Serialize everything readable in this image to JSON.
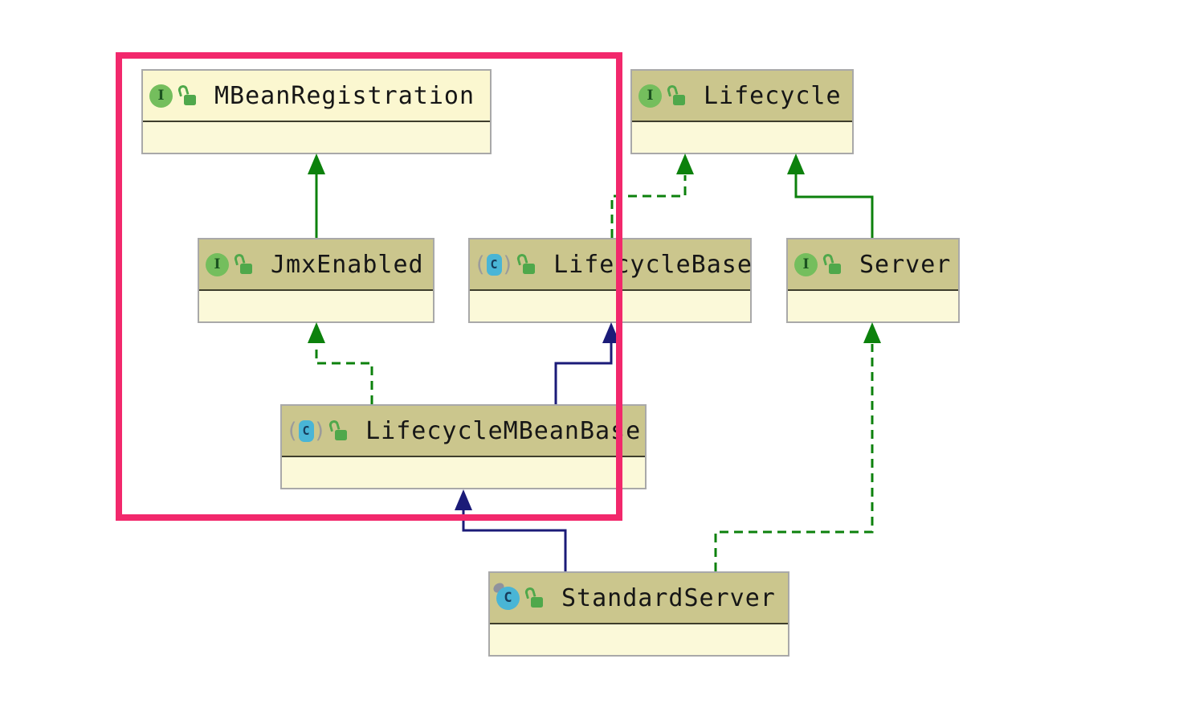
{
  "diagram": {
    "type": "uml-class-diagram",
    "nodes": [
      {
        "name": "MBeanRegistration",
        "kind": "interface",
        "icon_letter": "I",
        "modifier_icon": "unlocked-padlock"
      },
      {
        "name": "Lifecycle",
        "kind": "interface",
        "icon_letter": "I",
        "modifier_icon": "unlocked-padlock"
      },
      {
        "name": "JmxEnabled",
        "kind": "interface",
        "icon_letter": "I",
        "modifier_icon": "unlocked-padlock"
      },
      {
        "name": "LifecycleBase",
        "kind": "abstract-class",
        "icon_letter": "C",
        "modifier_icon": "unlocked-padlock"
      },
      {
        "name": "Server",
        "kind": "interface",
        "icon_letter": "I",
        "modifier_icon": "unlocked-padlock"
      },
      {
        "name": "LifecycleMBeanBase",
        "kind": "abstract-class",
        "icon_letter": "C",
        "modifier_icon": "unlocked-padlock"
      },
      {
        "name": "StandardServer",
        "kind": "class",
        "icon_letter": "C",
        "modifier_icon": "unlocked-padlock"
      }
    ],
    "edges": [
      {
        "from": "JmxEnabled",
        "to": "MBeanRegistration",
        "relation": "extends",
        "line": "solid",
        "color": "green"
      },
      {
        "from": "LifecycleBase",
        "to": "Lifecycle",
        "relation": "implements",
        "line": "dashed",
        "color": "green"
      },
      {
        "from": "Server",
        "to": "Lifecycle",
        "relation": "extends",
        "line": "solid",
        "color": "green"
      },
      {
        "from": "LifecycleMBeanBase",
        "to": "JmxEnabled",
        "relation": "implements",
        "line": "dashed",
        "color": "green"
      },
      {
        "from": "LifecycleMBeanBase",
        "to": "LifecycleBase",
        "relation": "extends",
        "line": "solid",
        "color": "navy"
      },
      {
        "from": "StandardServer",
        "to": "LifecycleMBeanBase",
        "relation": "extends",
        "line": "solid",
        "color": "navy"
      },
      {
        "from": "StandardServer",
        "to": "Server",
        "relation": "implements",
        "line": "dashed",
        "color": "green"
      }
    ],
    "glyphs": {
      "paren_open": "(",
      "paren_close": ")"
    },
    "colors": {
      "node_header_olive": "#CBC68D",
      "node_header_pale": "#FBF7D0",
      "node_body_yellow": "#FBF9D9",
      "node_border_gray": "#A9A9A9",
      "edge_green": "#0C810C",
      "edge_navy": "#1B1B78",
      "highlight_pink": "#F2286C",
      "interface_icon_green": "#74BE5D",
      "class_icon_cyan": "#49B5D6",
      "lock_icon_green": "#4FA84B"
    },
    "annotation": {
      "shape": "rectangle",
      "purpose": "highlight-region"
    }
  }
}
